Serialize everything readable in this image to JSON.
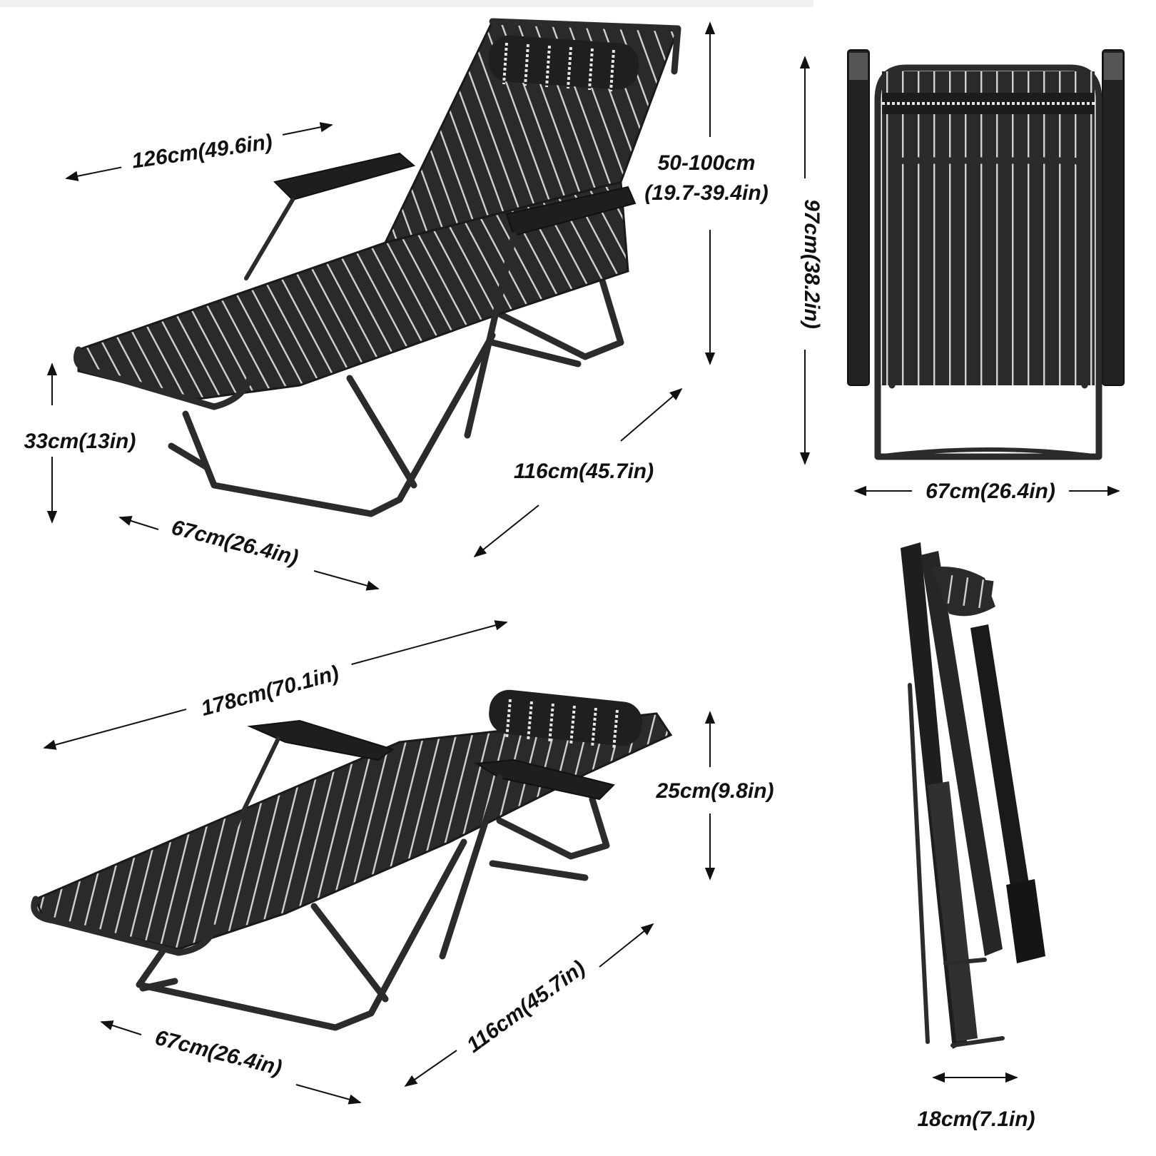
{
  "colors": {
    "frame": "#2b2b2b",
    "fabric": "#2a2a2a",
    "stripe": "#d8d8d8",
    "text": "#111111",
    "background": "#ffffff"
  },
  "dimensions": {
    "top_view": {
      "length": "126cm(49.6in)",
      "backrest_height_line1": "50-100cm",
      "backrest_height_line2": "(19.7-39.4in)",
      "seat_height": "33cm(13in)",
      "depth": "116cm(45.7in)",
      "width": "67cm(26.4in)"
    },
    "front_view": {
      "height": "97cm(38.2in)",
      "width": "67cm(26.4in)"
    },
    "flat_view": {
      "length": "178cm(70.1in)",
      "height": "25cm(9.8in)",
      "depth": "116cm(45.7in)",
      "width": "67cm(26.4in)"
    },
    "folded_view": {
      "thickness": "18cm(7.1in)"
    }
  }
}
